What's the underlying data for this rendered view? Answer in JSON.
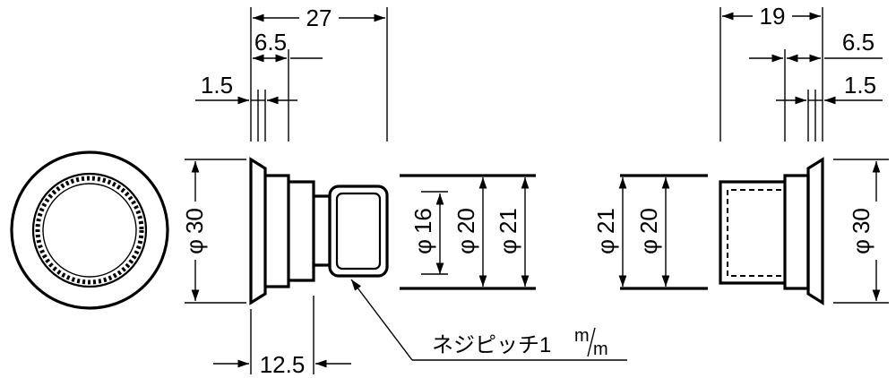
{
  "dimensions": {
    "total_length": "27",
    "flange_width_left": "6.5",
    "flange_thickness_left": "1.5",
    "head_length": "12.5",
    "total_length_right": "19",
    "flange_width_right": "6.5",
    "flange_thickness_right": "1.5"
  },
  "diameters": {
    "outer_left": "30",
    "d16": "16",
    "d20": "20",
    "d21": "21",
    "d21_right": "21",
    "d20_right": "20",
    "outer_right": "30"
  },
  "diameter_symbol": "φ",
  "thread_note": {
    "prefix": "ネジピッチ1",
    "unit_top": "m",
    "unit_bottom": "m"
  }
}
